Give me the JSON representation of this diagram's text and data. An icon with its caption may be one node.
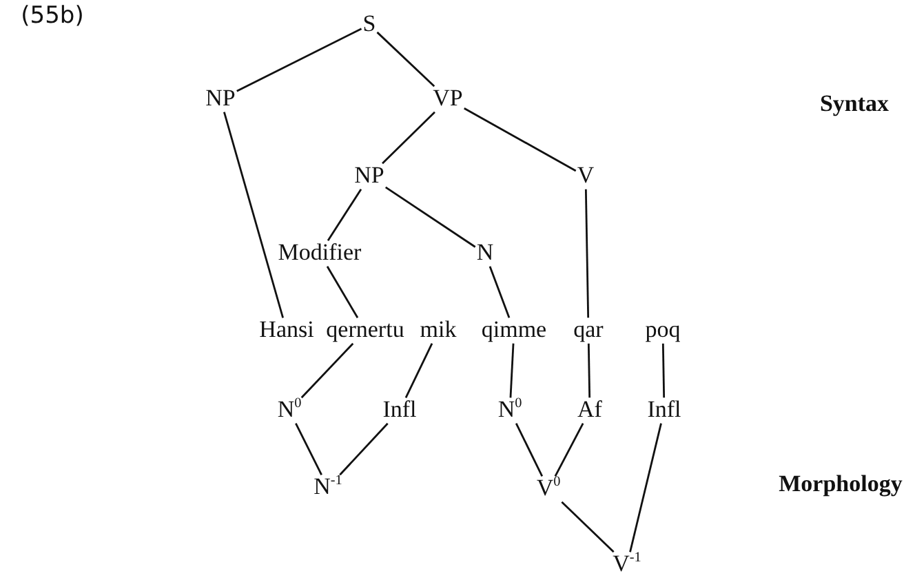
{
  "diagram": {
    "nodes": [
      {
        "text": [
          "S"
        ]
      },
      {
        "text": [
          "NP"
        ]
      },
      {
        "text": [
          "VP"
        ]
      },
      {
        "text": [
          "NP"
        ]
      },
      {
        "text": [
          "V"
        ]
      },
      {
        "text": [
          "Modifier"
        ]
      },
      {
        "text": [
          "N"
        ]
      },
      {
        "text": [
          "Hansi"
        ]
      },
      {
        "text": [
          "qernertu"
        ]
      },
      {
        "text": [
          "mik"
        ]
      },
      {
        "text": [
          "qimme"
        ]
      },
      {
        "text": [
          "qar"
        ]
      },
      {
        "text": [
          "poq"
        ]
      },
      {
        "text": [
          "N$^{0}$"
        ]
      },
      {
        "text": [
          "Infl"
        ]
      },
      {
        "text": [
          "N$^{0}$"
        ]
      },
      {
        "text": [
          "Af"
        ]
      },
      {
        "text": [
          "Infl"
        ]
      },
      {
        "text": [
          "N$^{-1}$"
        ]
      },
      {
        "text": [
          "V$^{0}$"
        ]
      },
      {
        "text": [
          "V$^{-1}$"
        ]
      }
    ],
    "edges": [
      {
        "from": 0,
        "to": 1,
        "arrow": "none"
      },
      {
        "from": 0,
        "to": 2,
        "arrow": "none"
      },
      {
        "from": 1,
        "to": 7,
        "arrow": "none"
      },
      {
        "from": 2,
        "to": 3,
        "arrow": "none"
      },
      {
        "from": 2,
        "to": 4,
        "arrow": "none"
      },
      {
        "from": 3,
        "to": 5,
        "arrow": "none"
      },
      {
        "from": 3,
        "to": 6,
        "arrow": "none"
      },
      {
        "from": 5,
        "to": 8,
        "arrow": "none"
      },
      {
        "from": 6,
        "to": 10,
        "arrow": "none"
      },
      {
        "from": 4,
        "to": 11,
        "arrow": "none"
      },
      {
        "from": 8,
        "to": 13,
        "arrow": "none"
      },
      {
        "from": 9,
        "to": 14,
        "arrow": "none"
      },
      {
        "from": 10,
        "to": 15,
        "arrow": "none"
      },
      {
        "from": 11,
        "to": 16,
        "arrow": "none"
      },
      {
        "from": 12,
        "to": 17,
        "arrow": "none"
      },
      {
        "from": 13,
        "to": 18,
        "arrow": "none"
      },
      {
        "from": 14,
        "to": 18,
        "arrow": "none"
      },
      {
        "from": 15,
        "to": 19,
        "arrow": "none"
      },
      {
        "from": 16,
        "to": 19,
        "arrow": "none"
      },
      {
        "from": 19,
        "to": 20,
        "arrow": "none"
      },
      {
        "from": 17,
        "to": 20,
        "arrow": "none"
      }
    ],
    "labels": [
      "(55b)",
      "Syntax",
      "Morphology"
    ]
  }
}
